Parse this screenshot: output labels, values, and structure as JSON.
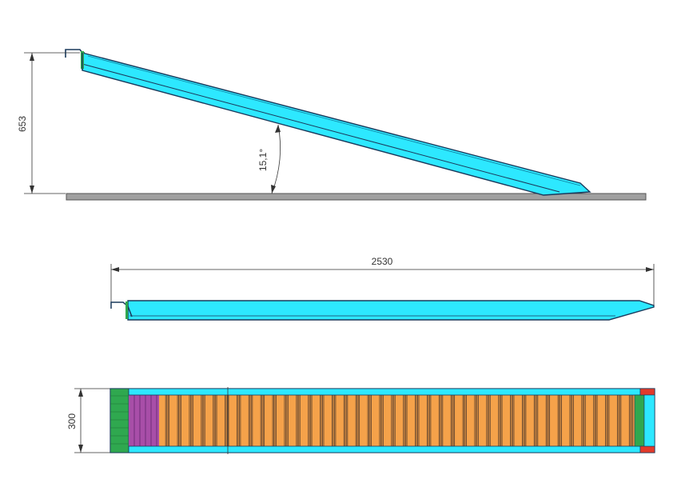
{
  "drawing": {
    "side_view": {
      "height_dim": "653",
      "angle_dim": "15,1°"
    },
    "flat_view": {
      "length_dim": "2530"
    },
    "top_view": {
      "width_dim": "300",
      "slat_count": 40
    },
    "colors": {
      "ramp_fill": "#2de8ff",
      "ramp_outline": "#1a3a5c",
      "ground": "#9a9a9a",
      "hook_green": "#2fa84f",
      "slat_orange": "#f5a24a",
      "slat_dark": "#6a4a30",
      "slat_purple": "#9a3fb8",
      "end_red": "#e23a2a",
      "dim_line": "#333333"
    }
  }
}
